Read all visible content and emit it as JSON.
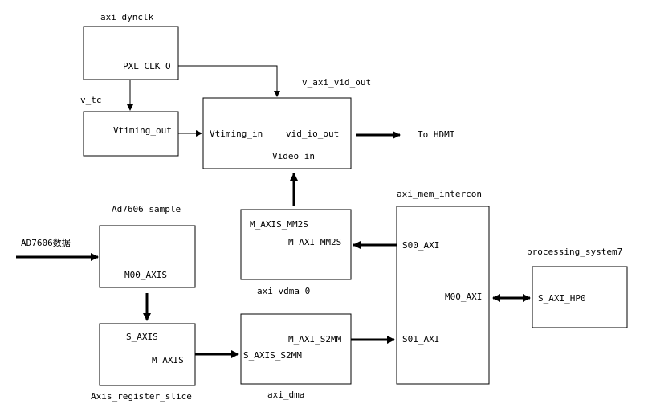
{
  "blocks": {
    "axi_dynclk": {
      "title": "axi_dynclk",
      "port_out": "PXL_CLK_O"
    },
    "v_tc": {
      "title": "v_tc",
      "port_out": "Vtiming_out"
    },
    "v_axi_vid_out": {
      "title": "v_axi_vid_out",
      "port_vtiming_in": "Vtiming_in",
      "port_vid_io_out": "vid_io_out",
      "port_video_in": "Video_in"
    },
    "ad7606_sample": {
      "title": "Ad7606_sample",
      "port_out": "M00_AXIS"
    },
    "axis_register_slice": {
      "title": "Axis_register_slice",
      "port_in": "S_AXIS",
      "port_out": "M_AXIS"
    },
    "axi_vdma_0": {
      "title": "axi_vdma_0",
      "port_mm2s_stream": "M_AXIS_MM2S",
      "port_mm2s_axi": "M_AXI_MM2S"
    },
    "axi_dma": {
      "title": "axi_dma",
      "port_s2mm_axi": "M_AXI_S2MM",
      "port_s2mm_stream": "S_AXIS_S2MM"
    },
    "axi_mem_intercon": {
      "title": "axi_mem_intercon",
      "port_s00": "S00_AXI",
      "port_s01": "S01_AXI",
      "port_m00": "M00_AXI"
    },
    "processing_system7": {
      "title": "processing_system7",
      "port_in": "S_AXI_HP0"
    }
  },
  "external": {
    "hdmi_label": "To HDMI",
    "adc_input_label": "AD7606数据"
  }
}
